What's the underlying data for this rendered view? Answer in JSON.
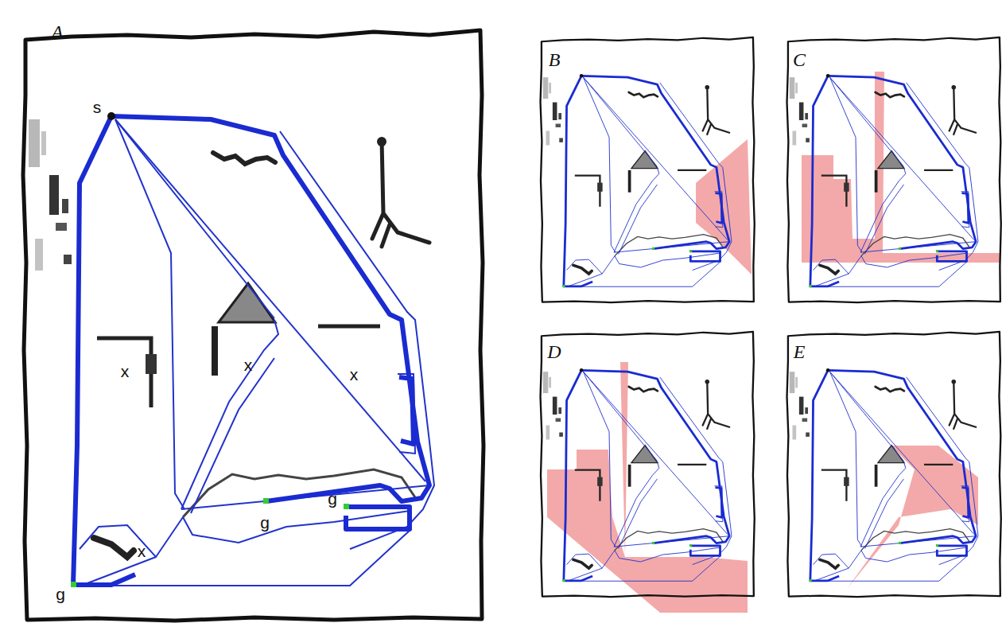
{
  "diagram": {
    "labels": [
      "A",
      "B",
      "C",
      "D",
      "E",
      "s",
      "x",
      "x",
      "x",
      "x",
      "g",
      "g",
      "g"
    ]
  }
}
